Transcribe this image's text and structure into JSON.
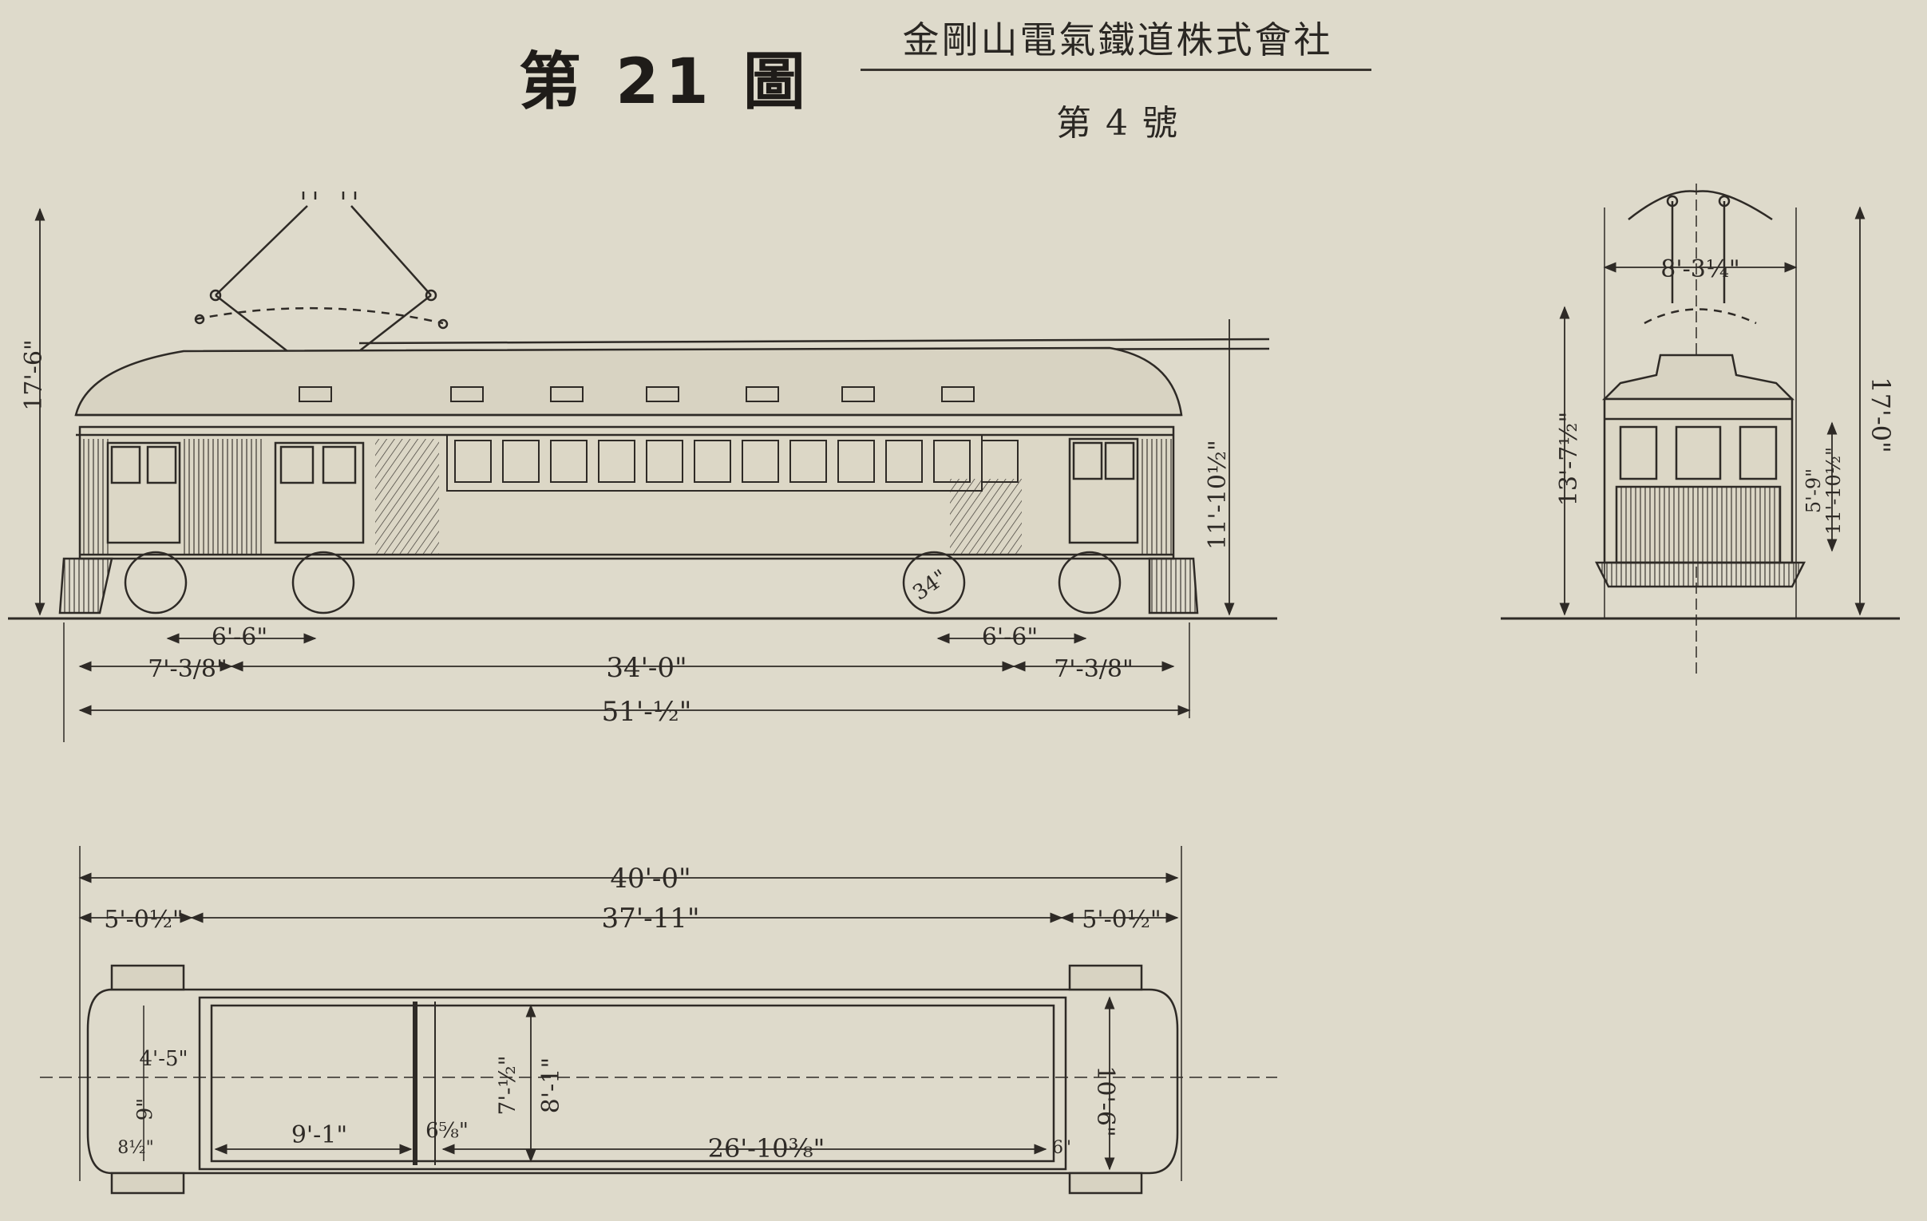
{
  "title": {
    "figure_number": "第 21 圖",
    "company": "金剛山電氣鐵道株式會社",
    "car_number": "第 4 號"
  },
  "side_view": {
    "overall_height": "17'-6\"",
    "roof_height": "11'-10½\"",
    "truck_center_left": "6'-6\"",
    "truck_center_right": "6'-6\"",
    "wheel_dia": "34\"",
    "overhang_left": "7'-3/8\"",
    "overhang_right": "7'-3/8\"",
    "bogie_centers": "34'-0\"",
    "overall_length": "51'-½\""
  },
  "end_view": {
    "pole_spread": "8'-3¼\"",
    "height_a": "13'-7½\"",
    "height_b": "17'-0\"",
    "window_height": "5'-9\"",
    "roof_height": "11'-10½\""
  },
  "plan_view": {
    "body_length": "40'-0\"",
    "vestibule_left": "5'-0½\"",
    "body_inner": "37'-11\"",
    "vestibule_right": "5'-0½\"",
    "end_width": "4'-5\"",
    "end_depth": "9\"",
    "corner": "8½\"",
    "compartment": "9'-1\"",
    "partition": "6⅝\"",
    "inner_width_a": "7'-½\"",
    "inner_width_b": "8'-1\"",
    "saloon": "26'-10⅜\"",
    "small_gap": "6\"",
    "outer_width": "10'-6\""
  }
}
